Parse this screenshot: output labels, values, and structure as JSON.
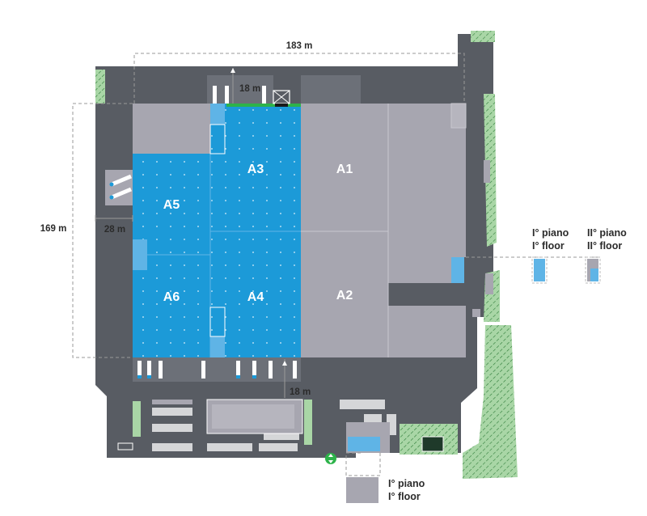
{
  "colors": {
    "site": "#585c63",
    "boundary": "#ffffff",
    "hall_grey": "#a7a6b0",
    "hall_line": "#c8c8cf",
    "available_blue": "#1c9ad8",
    "available_light": "#5fb4e6",
    "green": "#a9d6a6",
    "green_dark": "#2f7d3a",
    "dim_line": "#9a9a9a",
    "text_dark": "#2b2b2b",
    "text_white": "#ffffff",
    "access_green": "#2db34a"
  },
  "units": {
    "a1": "A1",
    "a2": "A2",
    "a3": "A3",
    "a4": "A4",
    "a5": "A5",
    "a6": "A6"
  },
  "available_units": [
    "A3",
    "A4",
    "A5",
    "A6"
  ],
  "dimensions": {
    "overall_width": "183 m",
    "overall_depth": "169 m",
    "side_yard": "28 m",
    "north_yard": "18 m",
    "south_yard": "18 m"
  },
  "floor_labels": {
    "first_it": "I° piano",
    "first_en": "I° floor",
    "second_it": "II° piano",
    "second_en": "II° floor",
    "bottom_it": "I° piano",
    "bottom_en": "I° floor"
  },
  "icons": {
    "access": "access-arrows-icon",
    "loading": "loading-door-icon",
    "generator": "generator-icon"
  }
}
